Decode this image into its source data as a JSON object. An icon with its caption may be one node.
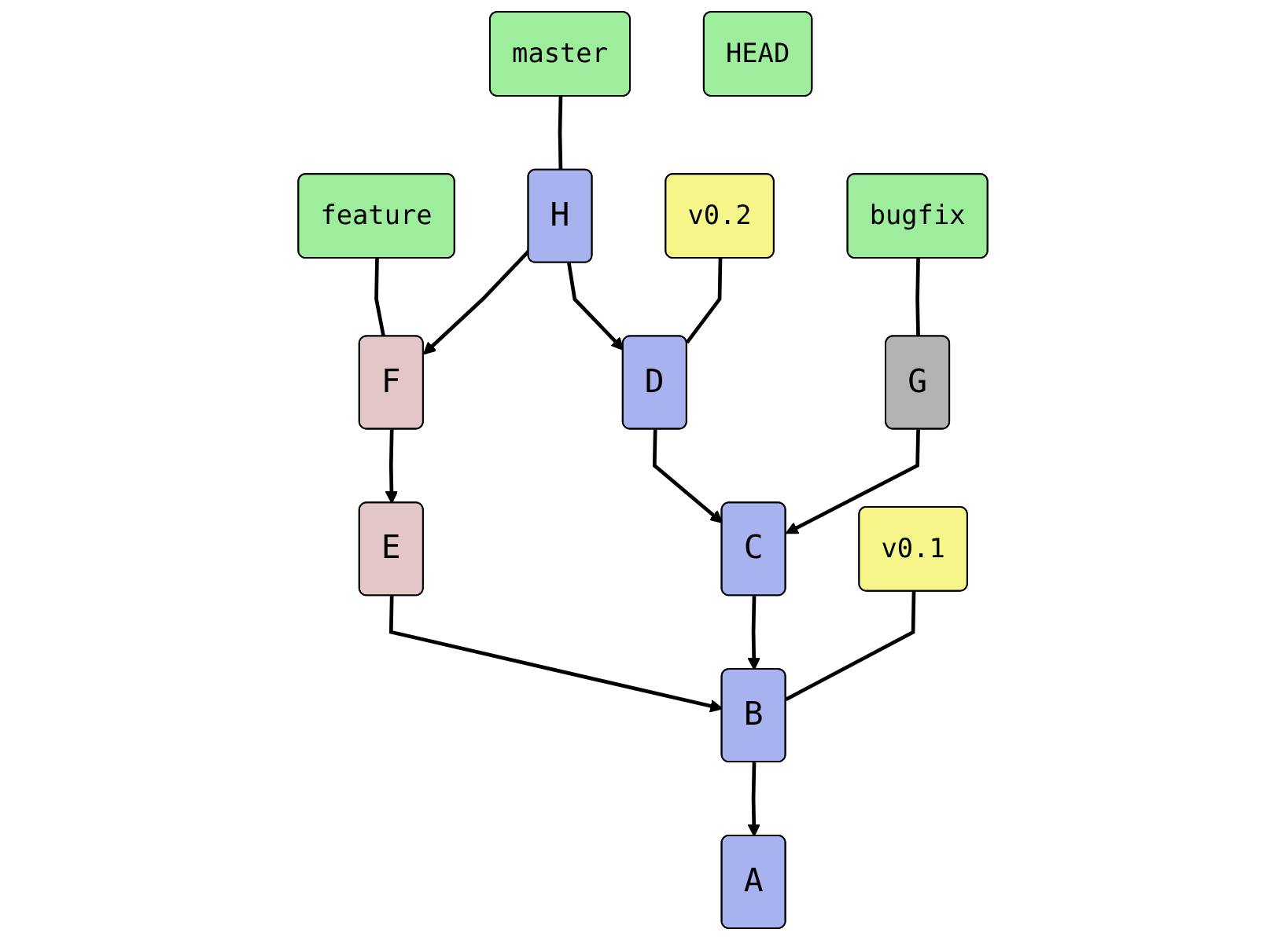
{
  "diagram": {
    "nodes": [
      {
        "text": [
          "master"
        ]
      },
      {
        "text": [
          "HEAD"
        ]
      },
      {
        "text": [
          "feature"
        ]
      },
      {
        "text": [
          "H"
        ]
      },
      {
        "text": [
          "v0.2"
        ]
      },
      {
        "text": [
          "bugfix"
        ]
      },
      {
        "text": [
          "F"
        ]
      },
      {
        "text": [
          "D"
        ]
      },
      {
        "text": [
          "G"
        ]
      },
      {
        "text": [
          "E"
        ]
      },
      {
        "text": [
          "C"
        ]
      },
      {
        "text": [
          "v0.1"
        ]
      },
      {
        "text": [
          "B"
        ]
      },
      {
        "text": [
          "A"
        ]
      }
    ],
    "edges": [
      {
        "from": 0,
        "to": 3,
        "arrow": "none"
      },
      {
        "from": 2,
        "to": 6,
        "arrow": "none"
      },
      {
        "from": 4,
        "to": 7,
        "arrow": "none"
      },
      {
        "from": 5,
        "to": 8,
        "arrow": "none"
      },
      {
        "from": 3,
        "to": 6,
        "arrow": "to"
      },
      {
        "from": 3,
        "to": 7,
        "arrow": "to"
      },
      {
        "from": 6,
        "to": 9,
        "arrow": "to"
      },
      {
        "from": 7,
        "to": 10,
        "arrow": "to"
      },
      {
        "from": 8,
        "to": 10,
        "arrow": "to"
      },
      {
        "from": 11,
        "to": 12,
        "arrow": "none"
      },
      {
        "from": 9,
        "to": 12,
        "arrow": "to"
      },
      {
        "from": 10,
        "to": 12,
        "arrow": "to"
      },
      {
        "from": 12,
        "to": 13,
        "arrow": "to"
      }
    ]
  }
}
